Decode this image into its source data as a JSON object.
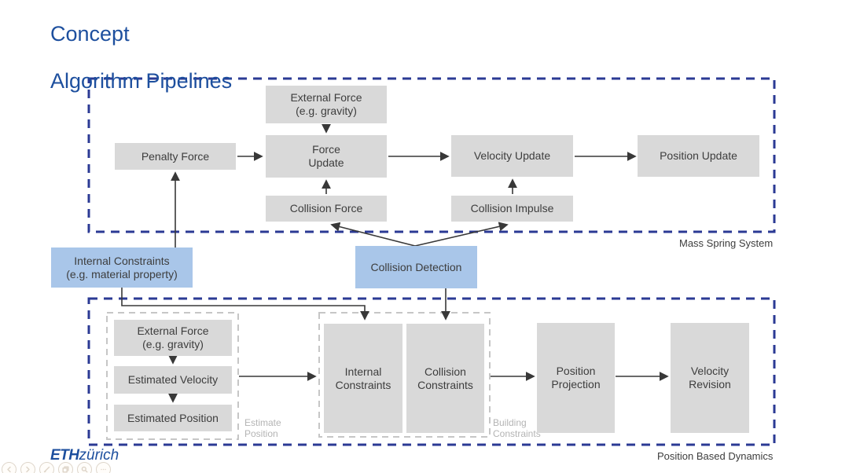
{
  "title": {
    "line1": "Concept",
    "line2": "Algorithm Pipelines"
  },
  "colors": {
    "title_blue": "#1d4f9e",
    "pipeline_border_blue": "#2b3a94",
    "gray_box": "#d9d9d9",
    "blue_box": "#a9c6e9",
    "arrow": "#383838",
    "sub_dash_gray": "#c6c6c6",
    "faint_label": "#b4b4b4"
  },
  "mass_spring": {
    "caption": "Mass Spring System",
    "boxes": {
      "external_force": {
        "label": "External Force\n(e.g. gravity)"
      },
      "penalty_force": {
        "label": "Penalty Force"
      },
      "force_update": {
        "label": "Force\nUpdate"
      },
      "collision_force": {
        "label": "Collision Force"
      },
      "velocity_update": {
        "label": "Velocity Update"
      },
      "collision_impulse": {
        "label": "Collision Impulse"
      },
      "position_update": {
        "label": "Position Update"
      }
    }
  },
  "shared": {
    "internal_constraints": {
      "label": "Internal Constraints\n(e.g. material property)"
    },
    "collision_detection": {
      "label": "Collision Detection"
    }
  },
  "pbd": {
    "caption": "Position Based Dynamics",
    "estimate_group_label": "Estimate\nPosition",
    "building_group_label": "Building\nConstraints",
    "boxes": {
      "external_force": {
        "label": "External Force\n(e.g. gravity)"
      },
      "estimated_velocity": {
        "label": "Estimated Velocity"
      },
      "estimated_position": {
        "label": "Estimated Position"
      },
      "internal_constraints": {
        "label": "Internal\nConstraints"
      },
      "collision_constraints": {
        "label": "Collision\nConstraints"
      },
      "position_projection": {
        "label": "Position\nProjection"
      },
      "velocity_revision": {
        "label": "Velocity\nRevision"
      }
    }
  },
  "footer": {
    "logo": {
      "part1": "ETH",
      "part2": "zürich"
    },
    "player_controls": [
      {
        "icon": "back-arrow-icon"
      },
      {
        "icon": "forward-arrow-icon"
      },
      {
        "icon": "pencil-icon"
      },
      {
        "icon": "copy-icon"
      },
      {
        "icon": "magnifier-icon"
      },
      {
        "icon": "ellipsis-icon"
      }
    ]
  }
}
